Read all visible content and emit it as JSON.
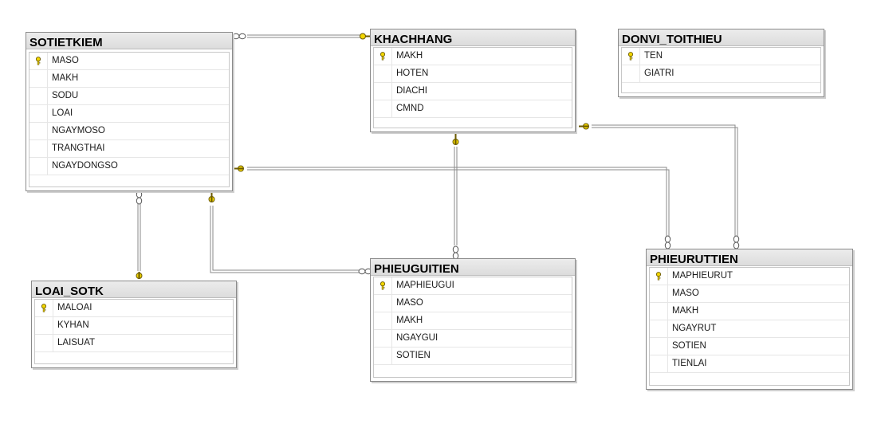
{
  "tables": {
    "sotietkiem": {
      "name": "SOTIETKIEM",
      "columns": [
        "MASO",
        "MAKH",
        "SODU",
        "LOAI",
        "NGAYMOSO",
        "TRANGTHAI",
        "NGAYDONGSO"
      ],
      "key_column": "MASO"
    },
    "khachhang": {
      "name": "KHACHHANG",
      "columns": [
        "MAKH",
        "HOTEN",
        "DIACHI",
        "CMND"
      ],
      "key_column": "MAKH"
    },
    "donvi_toithieu": {
      "name": "DONVI_TOITHIEU",
      "columns": [
        "TEN",
        "GIATRI"
      ],
      "key_column": "TEN"
    },
    "loai_sotk": {
      "name": "LOAI_SOTK",
      "columns": [
        "MALOAI",
        "KYHAN",
        "LAISUAT"
      ],
      "key_column": "MALOAI"
    },
    "phieuguitien": {
      "name": "PHIEUGUITIEN",
      "columns": [
        "MAPHIEUGUI",
        "MASO",
        "MAKH",
        "NGAYGUI",
        "SOTIEN"
      ],
      "key_column": "MAPHIEUGUI"
    },
    "phieuruttien": {
      "name": "PHIEURUTTIEN",
      "columns": [
        "MAPHIEURUT",
        "MASO",
        "MAKH",
        "NGAYRUT",
        "SOTIEN",
        "TIENLAI"
      ],
      "key_column": "MAPHIEURUT"
    }
  },
  "relationships": [
    {
      "from": "SOTIETKIEM",
      "to": "KHACHHANG",
      "one_side": "KHACHHANG"
    },
    {
      "from": "SOTIETKIEM",
      "to": "LOAI_SOTK",
      "one_side": "LOAI_SOTK"
    },
    {
      "from": "PHIEUGUITIEN",
      "to": "SOTIETKIEM",
      "one_side": "SOTIETKIEM"
    },
    {
      "from": "PHIEUGUITIEN",
      "to": "KHACHHANG",
      "one_side": "KHACHHANG"
    },
    {
      "from": "PHIEURUTTIEN",
      "to": "SOTIETKIEM",
      "one_side": "SOTIETKIEM"
    },
    {
      "from": "PHIEURUTTIEN",
      "to": "KHACHHANG",
      "one_side": "KHACHHANG"
    }
  ],
  "colors": {
    "key_fill": "#f2d600",
    "key_stroke": "#6b5a00",
    "connector": "#8a8a8a"
  },
  "icons": {
    "primary_key": "key-icon",
    "many_end": "infinity-icon"
  }
}
